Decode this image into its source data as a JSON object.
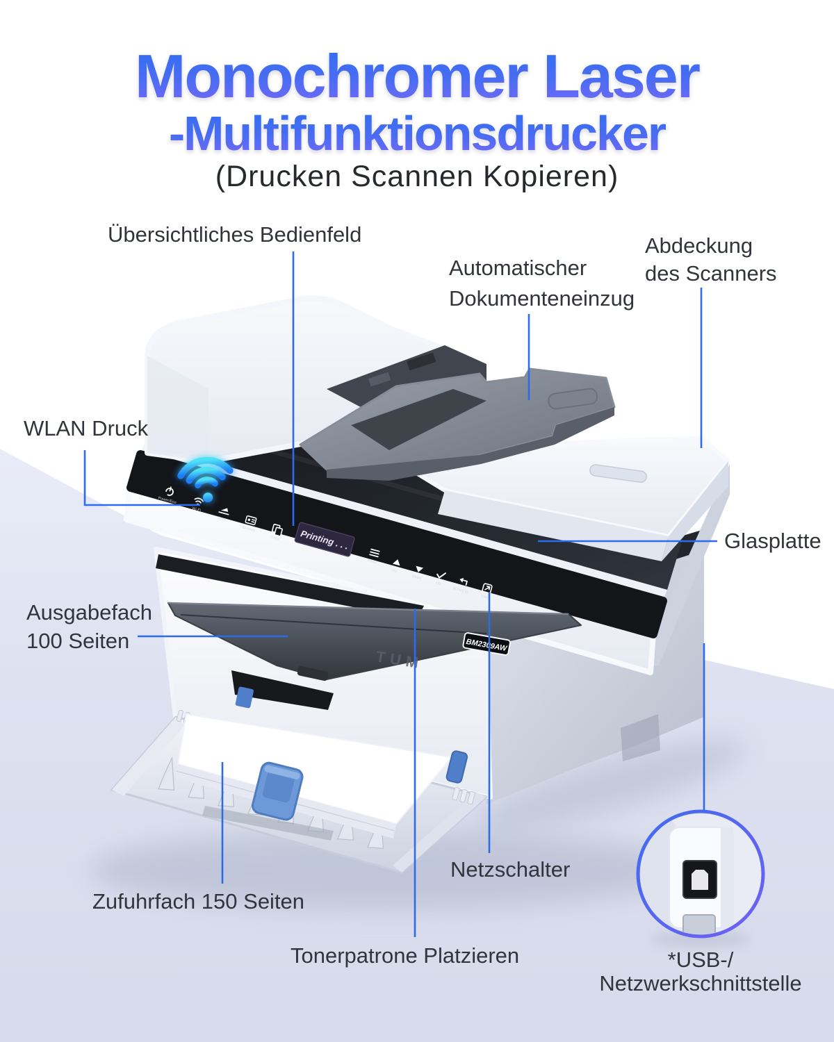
{
  "title": {
    "line1": "Monochromer Laser",
    "line2": "-Multifunktionsdrucker",
    "subtitle": "(Drucken Scannen Kopieren)",
    "gradient_top": "#2e6ef0",
    "gradient_bottom": "#7b6af6",
    "subtitle_color": "#26292e"
  },
  "annotations": {
    "control_panel": "Übersichtliches Bedienfeld",
    "document_feeder": [
      "Automatischer",
      "Dokumenteneinzug"
    ],
    "scanner_cover": [
      "Abdeckung",
      "des Scanners"
    ],
    "wifi_print": "WLAN Druck",
    "glass_plate": "Glasplatte",
    "output_tray": [
      "Ausgabefach",
      "100 Seiten"
    ],
    "power_switch": "Netzschalter",
    "input_tray": "Zufuhrfach 150 Seiten",
    "toner": "Tonerpatrone Platzieren",
    "usb": [
      "*USB-/",
      "Netzwerkschnittstelle"
    ],
    "line_color": "#2e6be8"
  },
  "printer": {
    "model_badge": "BM2309AW",
    "logo_visible": "TUM",
    "display_text": "Printing . . .",
    "panel_buttons": [
      {
        "label": "Power/Eco",
        "icon": "power-icon"
      },
      {
        "label": "Wi-Fi",
        "icon": "wifi-icon"
      },
      {
        "label": "Scan",
        "icon": "scan-icon"
      },
      {
        "label": "ID-copy",
        "icon": "id-copy-icon"
      },
      {
        "label": "Copy",
        "icon": "copy-icon"
      },
      {
        "label": "Menu",
        "icon": "menu-icon"
      },
      {
        "label": "Up",
        "icon": "arrow-up-icon"
      },
      {
        "label": "Down",
        "icon": "arrow-down-icon"
      },
      {
        "label": "OK",
        "icon": "ok-icon"
      },
      {
        "label": "RTN/CXL",
        "icon": "return-icon"
      },
      {
        "label": "Start",
        "icon": "start-icon"
      }
    ]
  },
  "colors": {
    "accent_blue": "#2e6be8",
    "wifi_cyan": "#3bd6f3",
    "paper_guide_blue": "#6e99d8",
    "panel_black": "#131519",
    "display_bg": "#2e2740",
    "table_surface": "#dde1f0",
    "ring_gradient": [
      "#3f6cf0",
      "#7160f2"
    ]
  }
}
